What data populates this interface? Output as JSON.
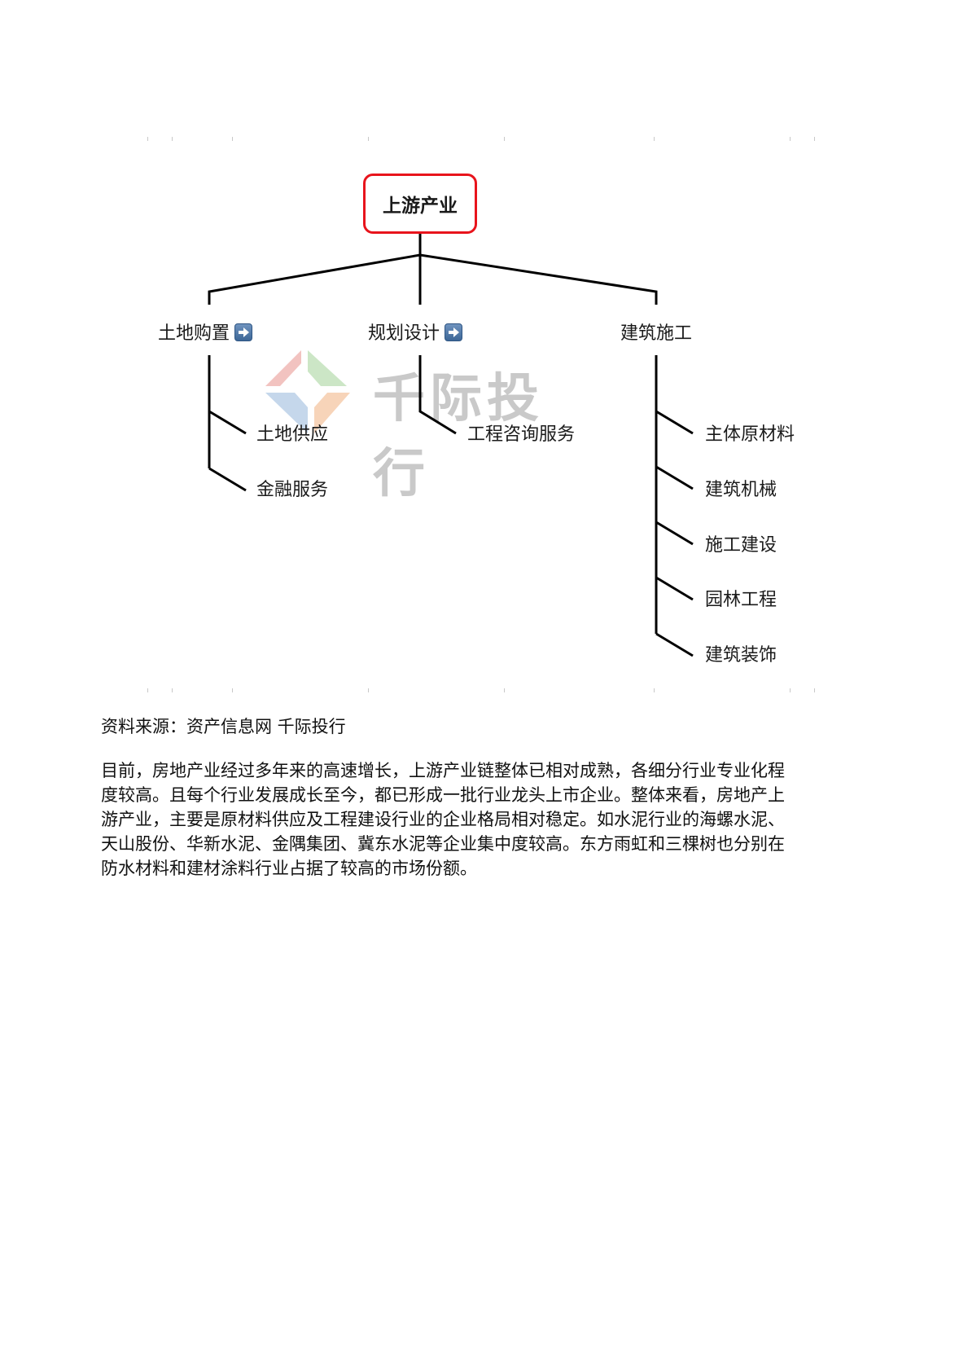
{
  "diagram": {
    "root": {
      "label": "上游产业",
      "border_color": "#e8141c"
    },
    "branches": [
      {
        "label": "土地购置",
        "has_arrow_icon": true,
        "icon": "right-arrow-icon",
        "children": [
          "土地供应",
          "金融服务"
        ]
      },
      {
        "label": "规划设计",
        "has_arrow_icon": true,
        "icon": "right-arrow-icon",
        "children": [
          "工程咨询服务"
        ]
      },
      {
        "label": "建筑施工",
        "has_arrow_icon": false,
        "children": [
          "主体原材料",
          "建筑机械",
          "施工建设",
          "园林工程",
          "建筑装饰"
        ]
      }
    ],
    "watermark": {
      "text": "千际投行",
      "logo": "diamond-logo-icon"
    }
  },
  "source": "资料来源：资产信息网 千际投行",
  "paragraph": {
    "lines": [
      "目前，房地产业经过多年来的高速增长，上游产业链整体已相对成熟，各细分行业专业化程",
      "度较高。且每个行业发展成长至今，都已形成一批行业龙头上市企业。整体来看，房地产上",
      "游产业，主要是原材料供应及工程建设行业的企业格局相对稳定。如水泥行业的海螺水泥、",
      "天山股份、华新水泥、金隅集团、冀东水泥等企业集中度较高。东方雨虹和三棵树也分别在",
      "防水材料和建材涂料行业占据了较高的市场份额。"
    ]
  }
}
